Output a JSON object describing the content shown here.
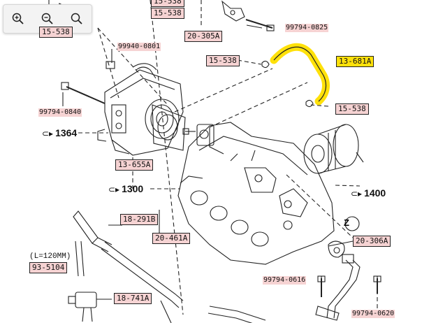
{
  "toolbar": {
    "zoom_in_icon": "magnifier-plus",
    "zoom_out_icon": "magnifier-minus",
    "search_icon": "magnifier"
  },
  "labels": {
    "p15538_top": "15-538",
    "p15538_clip": "15-538",
    "p15538_clip_top": "15-538",
    "p20305a": "20-305A",
    "p99794_0825": "99794-0825",
    "p99940_0801": "99940-0801",
    "p15538_mid": "15-538",
    "p13681a": "13-681A",
    "p15538_right": "15-538",
    "p99794_0840": "99794-0840",
    "p13655a": "13-655A",
    "p18291b": "18-291B",
    "p20461a": "20-461A",
    "p93_5104": "93-5104",
    "p18741a": "18-741A",
    "p20306a": "20-306A",
    "p99794_0616": "99794-0616",
    "p99794_0620": "99794-0620"
  },
  "refs": {
    "r1364": "1364",
    "r1300": "1300",
    "r1400": "1400"
  },
  "notes": {
    "length_note": "(L=120MM)"
  },
  "colors": {
    "highlight": "#ffe10a",
    "label_bg": "#f6d3d3"
  }
}
